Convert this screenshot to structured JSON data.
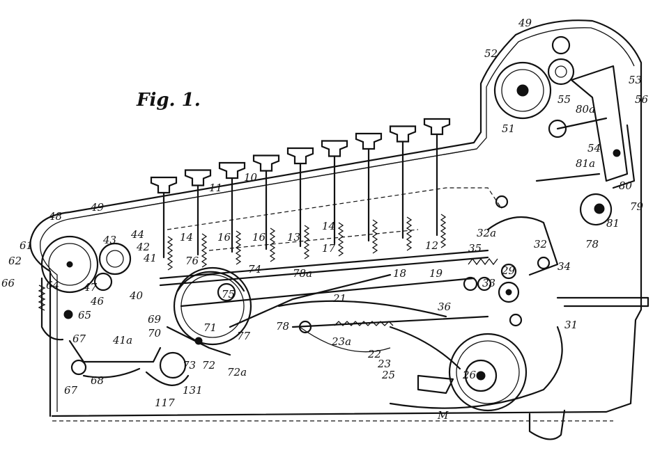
{
  "figure_title": "Fig. 1.",
  "labels": [
    {
      "id": "49_top",
      "text": "49"
    },
    {
      "id": "52",
      "text": "52"
    },
    {
      "id": "53",
      "text": "53"
    },
    {
      "id": "55",
      "text": "55"
    },
    {
      "id": "56",
      "text": "56"
    },
    {
      "id": "80a",
      "text": "80a"
    },
    {
      "id": "51",
      "text": "51"
    },
    {
      "id": "54",
      "text": "54"
    },
    {
      "id": "81a",
      "text": "81a"
    },
    {
      "id": "80",
      "text": "80"
    },
    {
      "id": "79",
      "text": "79"
    },
    {
      "id": "81",
      "text": "81"
    },
    {
      "id": "78_right",
      "text": "78"
    },
    {
      "id": "10",
      "text": "10"
    },
    {
      "id": "11",
      "text": "11"
    },
    {
      "id": "48",
      "text": "48"
    },
    {
      "id": "49_left",
      "text": "49"
    },
    {
      "id": "14_a",
      "text": "14"
    },
    {
      "id": "16_a",
      "text": "16"
    },
    {
      "id": "16_b",
      "text": "16"
    },
    {
      "id": "13",
      "text": "13"
    },
    {
      "id": "14_b",
      "text": "14"
    },
    {
      "id": "32a",
      "text": "32a"
    },
    {
      "id": "32",
      "text": "32"
    },
    {
      "id": "35",
      "text": "35"
    },
    {
      "id": "34",
      "text": "34"
    },
    {
      "id": "12",
      "text": "12"
    },
    {
      "id": "17",
      "text": "17"
    },
    {
      "id": "43",
      "text": "43"
    },
    {
      "id": "44",
      "text": "44"
    },
    {
      "id": "42",
      "text": "42"
    },
    {
      "id": "61",
      "text": "61"
    },
    {
      "id": "62",
      "text": "62"
    },
    {
      "id": "41",
      "text": "41"
    },
    {
      "id": "76",
      "text": "76"
    },
    {
      "id": "74",
      "text": "74"
    },
    {
      "id": "78a",
      "text": "78a"
    },
    {
      "id": "18",
      "text": "18"
    },
    {
      "id": "19",
      "text": "19"
    },
    {
      "id": "29",
      "text": "29"
    },
    {
      "id": "33",
      "text": "33"
    },
    {
      "id": "66",
      "text": "66"
    },
    {
      "id": "64",
      "text": "64"
    },
    {
      "id": "47",
      "text": "47"
    },
    {
      "id": "46",
      "text": "46"
    },
    {
      "id": "40",
      "text": "40"
    },
    {
      "id": "75",
      "text": "75"
    },
    {
      "id": "21",
      "text": "21"
    },
    {
      "id": "36",
      "text": "36"
    },
    {
      "id": "65",
      "text": "65"
    },
    {
      "id": "69",
      "text": "69"
    },
    {
      "id": "71",
      "text": "71"
    },
    {
      "id": "70",
      "text": "70"
    },
    {
      "id": "78_mid",
      "text": "78"
    },
    {
      "id": "31",
      "text": "31"
    },
    {
      "id": "67a",
      "text": "67"
    },
    {
      "id": "41a",
      "text": "41a"
    },
    {
      "id": "77",
      "text": "77"
    },
    {
      "id": "23a",
      "text": "23a"
    },
    {
      "id": "22",
      "text": "22"
    },
    {
      "id": "23",
      "text": "23"
    },
    {
      "id": "67",
      "text": "67"
    },
    {
      "id": "68",
      "text": "68"
    },
    {
      "id": "73",
      "text": "73"
    },
    {
      "id": "72",
      "text": "72"
    },
    {
      "id": "72a",
      "text": "72a"
    },
    {
      "id": "25",
      "text": "25"
    },
    {
      "id": "26",
      "text": "26"
    },
    {
      "id": "131",
      "text": "131"
    },
    {
      "id": "117",
      "text": "117"
    },
    {
      "id": "M",
      "text": "M"
    }
  ]
}
